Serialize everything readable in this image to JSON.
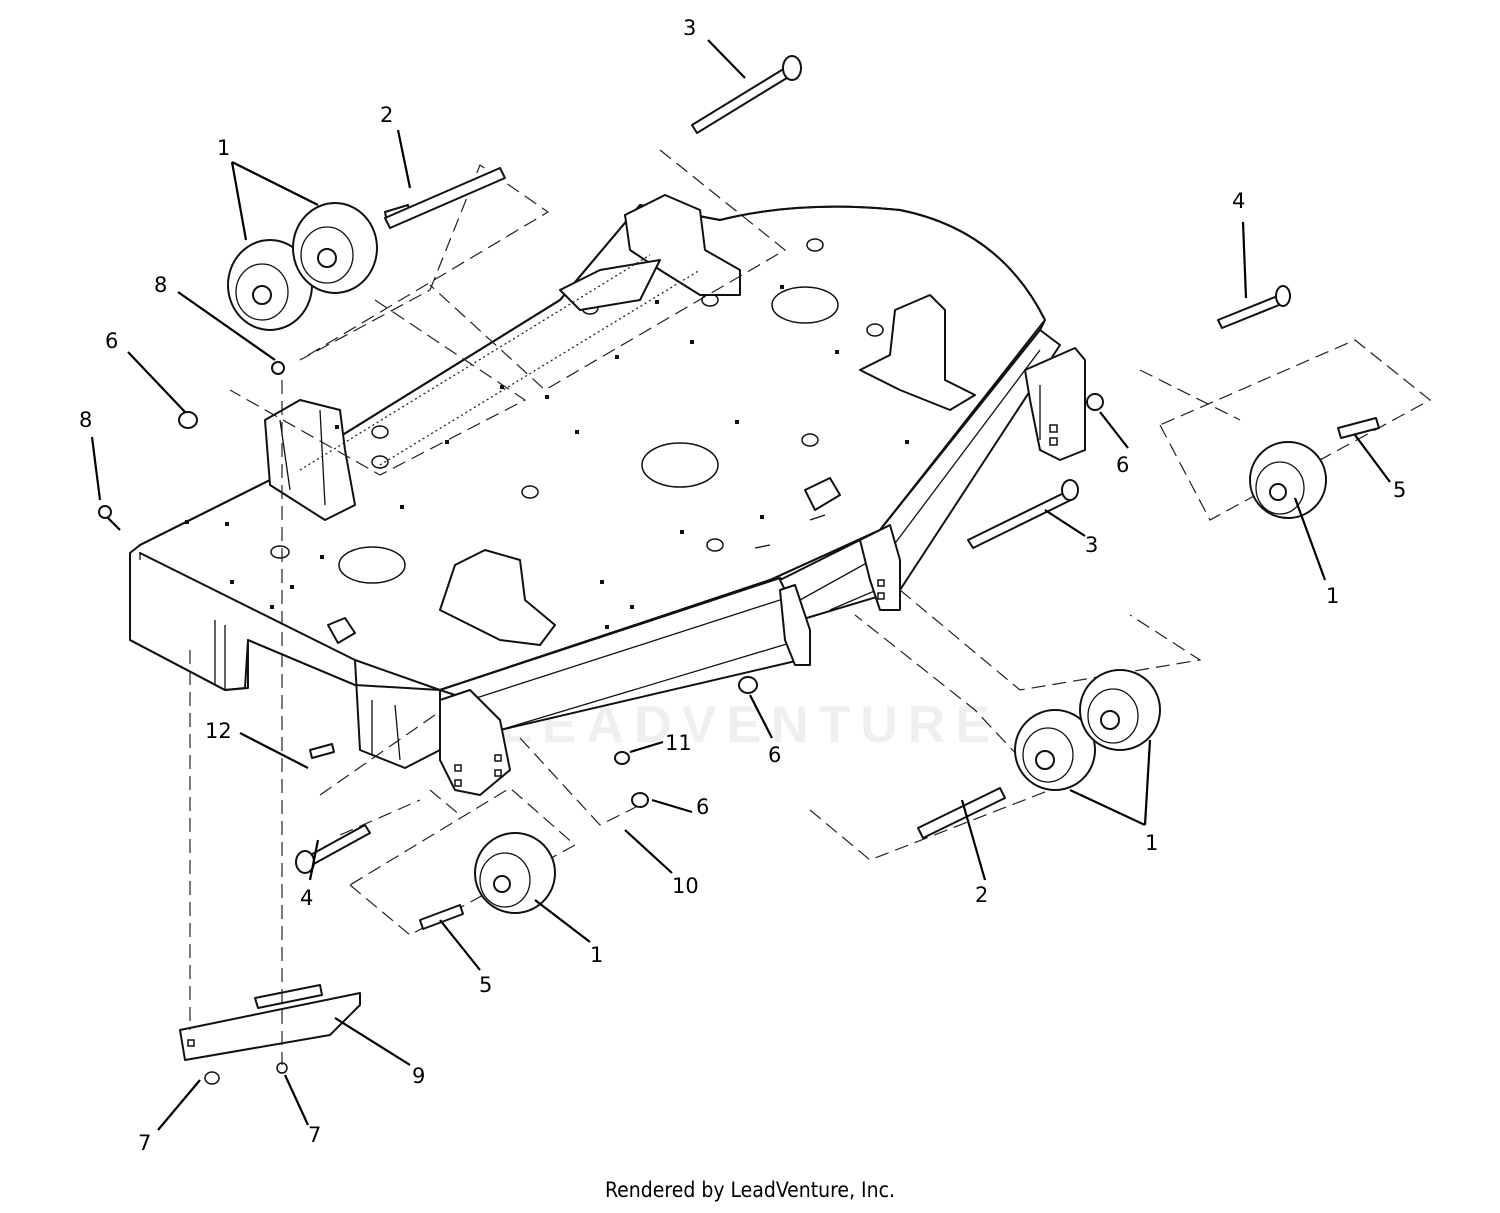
{
  "callouts": {
    "c1a": "1",
    "c1b": "1",
    "c1c": "1",
    "c1d": "1",
    "c2a": "2",
    "c2b": "2",
    "c3a": "3",
    "c3b": "3",
    "c4a": "4",
    "c4b": "4",
    "c5a": "5",
    "c5b": "5",
    "c6a": "6",
    "c6b": "6",
    "c6c": "6",
    "c6d": "6",
    "c7a": "7",
    "c7b": "7",
    "c8a": "8",
    "c8b": "8",
    "c9": "9",
    "c10": "10",
    "c11": "11",
    "c12": "12"
  },
  "watermark": "LEADVENTURE",
  "credit": "Rendered by LeadVenture, Inc."
}
